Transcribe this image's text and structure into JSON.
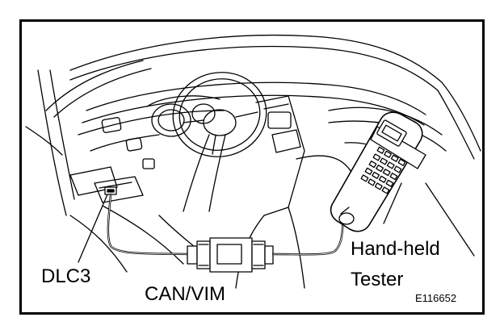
{
  "labels": {
    "dlc3": "DLC3",
    "can_vim": "CAN/VIM",
    "tester_line1": "Hand-held",
    "tester_line2": "Tester",
    "figure_code": "E116652"
  }
}
